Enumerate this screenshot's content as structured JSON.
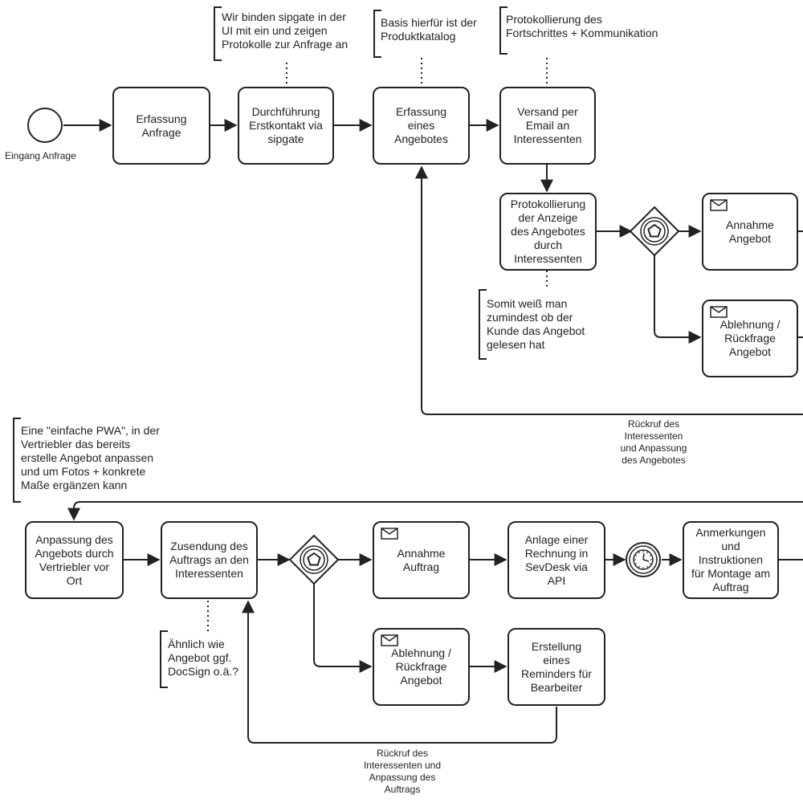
{
  "start_event": {
    "label": "Eingang Anfrage"
  },
  "tasks": {
    "erfassung_anfrage": "Erfassung\nAnfrage",
    "erstkontakt": "Durchführung\nErstkontakt via\nsipgate",
    "erfassung_angebot": "Erfassung\neines\nAngebotes",
    "versand": "Versand per\nEmail an\nInteressenten",
    "protokollierung": "Protokollierung\nder Anzeige\ndes Angebotes\ndurch\nInteressenten",
    "annahme_angebot": "Annahme\nAngebot",
    "ablehnung_angebot": "Ablehnung /\nRückfrage\nAngebot",
    "anpassung": "Anpassung des\nAngebots durch\nVertriebler vor\nOrt",
    "zusendung": "Zusendung des\nAuftrags an den\nInteressenten",
    "annahme_auftrag": "Annahme\nAuftrag",
    "rechnung": "Anlage einer\nRechnung in\nSevDesk via\nAPI",
    "anmerkungen": "Anmerkungen\nund\nInstruktionen\nfür Montage am\nAuftrag",
    "ablehnung_auftrag": "Ablehnung /\nRückfrage\nAngebot",
    "reminder": "Erstellung\neines\nReminders für\nBearbeiter"
  },
  "annotations": {
    "sipgate": "Wir binden sipgate in der\nUI mit ein und zeigen\nProtokolle zur Anfrage an",
    "katalog": "Basis hierfür ist der\nProduktkatalog",
    "fortschritt": "Protokollierung des\nFortschrittes + Kommunikation",
    "gelesen": "Somit weiß man\nzumindest ob der\nKunde das Angebot\ngelesen hat",
    "pwa": "Eine \"einfache PWA\", in der\nVertriebler das bereits\nerstelle Angebot anpassen\nund um Fotos + konkrete\nMaße ergänzen kann",
    "docsign": "Ähnlich wie\nAngebot ggf.\nDocSign o.ä.?"
  },
  "flow_labels": {
    "rueckruf_angebot": "Rückruf des\nInteressenten\nund Anpassung\ndes Angebotes",
    "rueckruf_auftrag": "Rückruf des\nInteressenten und\nAnpassung des\nAuftrags"
  },
  "gateways": [
    {
      "type": "event-based-gateway"
    },
    {
      "type": "event-based-gateway"
    }
  ],
  "intermediate_events": [
    {
      "type": "timer-event"
    }
  ],
  "colors": {
    "stroke": "#222222",
    "background": "#ffffff"
  }
}
